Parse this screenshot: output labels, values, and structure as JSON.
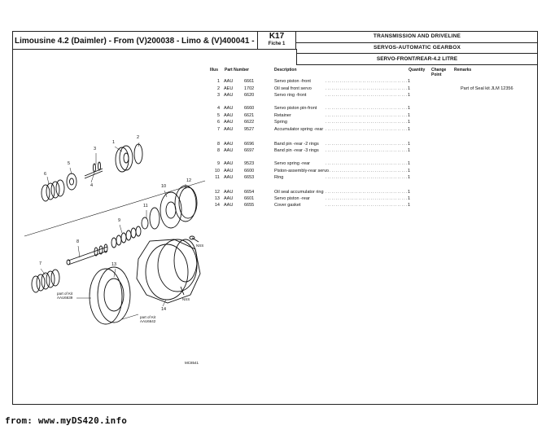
{
  "header": {
    "title": "Limousine 4.2 (Daimler) - From (V)200038 - Limo & (V)400041 -",
    "code": "K17",
    "fiche": "Fiche 1",
    "group": "TRANSMISSION AND DRIVELINE",
    "subgroup": "SERVOS-AUTOMATIC GEARBOX",
    "section": "SERVO-FRONT/REAR-4.2 LITRE"
  },
  "columns": {
    "illus": "Illus",
    "part": "Part Number",
    "desc": "Description",
    "qty": "Quantity",
    "change_line1": "Change",
    "change_line2": "Point",
    "remarks": "Remarks"
  },
  "rows": [
    {
      "no": "1",
      "prefix": "AAU",
      "num": "6661",
      "desc": "Servo piston -front",
      "qty": "1",
      "remark": ""
    },
    {
      "no": "2",
      "prefix": "AEU",
      "num": "1702",
      "desc": "Oil seal front servo",
      "qty": "1",
      "remark": "Part of Seal kit JLM 12356"
    },
    {
      "no": "3",
      "prefix": "AAU",
      "num": "6620",
      "desc": "Servo ring -front",
      "qty": "1",
      "remark": ""
    },
    {
      "no": "4",
      "prefix": "AAU",
      "num": "6660",
      "desc": "Servo piston pin-front",
      "qty": "1",
      "remark": ""
    },
    {
      "no": "5",
      "prefix": "AAU",
      "num": "6621",
      "desc": "Retainer",
      "qty": "1",
      "remark": ""
    },
    {
      "no": "6",
      "prefix": "AAU",
      "num": "6622",
      "desc": "Spring",
      "qty": "1",
      "remark": ""
    },
    {
      "no": "7",
      "prefix": "AAU",
      "num": "9527",
      "desc": "Accumulator spring -rear",
      "qty": "1",
      "remark": ""
    },
    {
      "no": "8",
      "prefix": "AAU",
      "num": "6696",
      "desc": "Band pin -rear -2 rings",
      "qty": "1",
      "remark": ""
    },
    {
      "no": "8",
      "prefix": "AAU",
      "num": "6697",
      "desc": "Band pin -rear -3 rings",
      "qty": "1",
      "remark": ""
    },
    {
      "no": "9",
      "prefix": "AAU",
      "num": "9523",
      "desc": "Servo spring -rear",
      "qty": "1",
      "remark": ""
    },
    {
      "no": "10",
      "prefix": "AAU",
      "num": "6600",
      "desc": "Piston-assembly-rear servo",
      "qty": "1",
      "remark": ""
    },
    {
      "no": "11",
      "prefix": "AAU",
      "num": "6653",
      "desc": "Ring",
      "qty": "1",
      "remark": ""
    },
    {
      "no": "12",
      "prefix": "AAU",
      "num": "6654",
      "desc": "Oil seal accumulator ring",
      "qty": "1",
      "remark": ""
    },
    {
      "no": "13",
      "prefix": "AAU",
      "num": "6601",
      "desc": "Servo piston -rear",
      "qty": "1",
      "remark": ""
    },
    {
      "no": "14",
      "prefix": "AAU",
      "num": "6655",
      "desc": "Cover gasket",
      "qty": "1",
      "remark": ""
    }
  ],
  "dots": "........................................................",
  "diagram": {
    "callouts": {
      "c1": "1",
      "c2": "2",
      "c3": "3",
      "c4": "4",
      "c5": "5",
      "c6": "6",
      "c7": "7",
      "c8": "8",
      "c9": "9",
      "c10": "10",
      "c11": "11",
      "c12": "12",
      "c13": "13",
      "c14": "14",
      "nss1": "NSS",
      "nss2": "NSS"
    },
    "kit_left_1": "part of Kit",
    "kit_left_2": "AAU6639",
    "kit_right_1": "part of Kit",
    "kit_right_2": "AAU6642",
    "ref": "MC8541"
  },
  "footer": "from: www.myDS420.info"
}
